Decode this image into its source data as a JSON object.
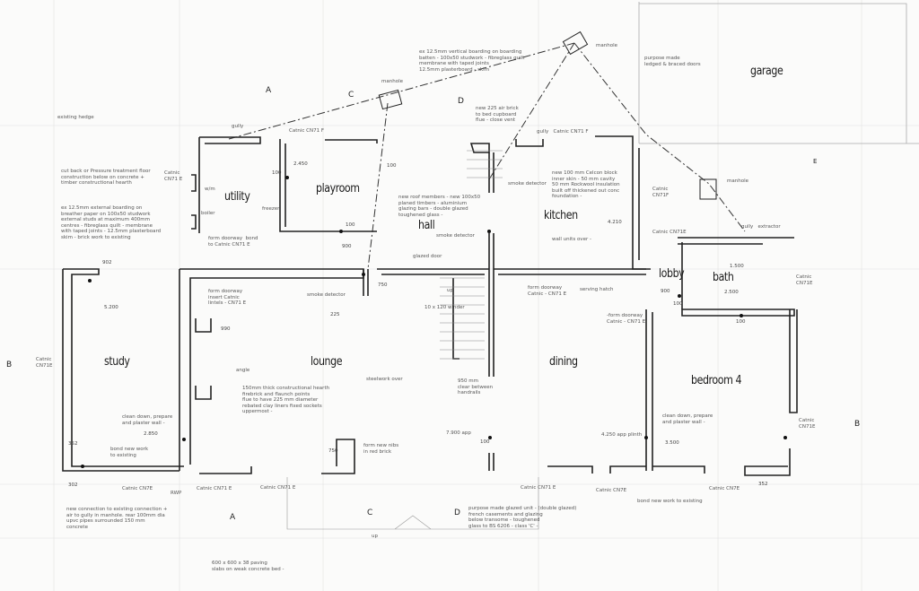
{
  "rooms": {
    "utility": "utility",
    "playroom": "playroom",
    "hall": "hall",
    "kitchen": "kitchen",
    "lobby": "lobby",
    "bath": "bath",
    "study": "study",
    "lounge": "lounge",
    "dining": "dining",
    "bedroom4": "bedroom 4",
    "garage": "garage"
  },
  "section_markers": {
    "a_top": "A",
    "c_top": "C",
    "d_top": "D",
    "b_left": "B",
    "b_right": "B",
    "e": "E",
    "a_bottom": "A",
    "c_bottom": "C",
    "d_bottom": "D"
  },
  "notes": {
    "roof_spec": "ex 12.5mm vertical boarding on boarding\nbatten - 100x50 studwork - fibreglass quilt\nmembrane with taped joints\n12.5mm plasterboard - skim",
    "manhole_top": "manhole",
    "manhole_mid": "manhole",
    "manhole_right": "manhole",
    "garage_doors": "purpose made\nledged & braced doors",
    "airbrick": "new 225 air brick\nto bed cupboard\nflue - close vent",
    "gully_kitchen": "gully   Catnic CN71 F",
    "gully_top": "gully",
    "catnic_top": "Catnic CN71 F",
    "catnic_utility": "Catnic\nCN71 E",
    "wm": "w/m",
    "boiler": "boiler",
    "freezer": "freezer",
    "utility_doorway": "form doorway  bond\nto Catnic CN71 E",
    "left_note_1": "cut back or Pressure treatment floor\nconstruction below on concrete +\ntimber constructional hearth",
    "left_note_2": "ex 12.5mm external boarding on\nbreather paper on 100x50 studwork\nexternal studs at maximum 400mm\ncentres - fibreglass quilt - membrane\nwith taped joints - 12.5mm plasterboard\nskim - brick work to existing",
    "existing_hedge": "existing hedge",
    "hall_roof": "new roof members - new 100x50\nplaned timbers - aluminium\nglazing bars - double glazed\ntoughened glass -",
    "smoke_hall": "smoke detector",
    "smoke_kitchen": "smoke detector",
    "smoke_lounge": "smoke detector",
    "kitchen_floor": "new 100 mm Celcon block\ninner skin - 50 mm cavity\n50 mm Rockwool insulation\nbuilt off thickened out conc\nfoundation -",
    "wall_units": "wall units over -",
    "glazed_door": "glazed door",
    "lounge_doorway": "form doorway\ninsert Catnic\nlintels - CN71 E",
    "dining_doorway": "form doorway\nCatnic - CN71 E",
    "serving_hatch": "serving hatch",
    "bed_doorway": "-form doorway\nCatnic - CN71 E",
    "gully_bath": "gully   extractor",
    "catnic_bath_right": "Catnic\nCN71E",
    "catnic_study": "Catnic\nCN71E",
    "catnic_kitchen_right": "Catnic\nCN71F",
    "catnic_bath_left": "Catnic CN71E",
    "catnic_bed_right": "Catnic\nCN71E",
    "hearth": "150mm thick constructional hearth\nfirebrick and flaunch points\nflue to have 225 mm diameter\nrebated clay liners fixed sockets\nuppermost -",
    "steelwork": "steelwork over",
    "stair_note": "950 mm\nclear between\nhandrails",
    "up_stair": "up",
    "stair_size": "10 x 120 winder",
    "new_nibs": "form new nibs\nin red brick",
    "lounge_dim": "7.900 app",
    "study_plaster": "clean down, prepare\nand plaster wall -",
    "bond_study": "bond new work\nto existing",
    "bed_plaster": "clean down, prepare\nand plaster wall -",
    "plinth": "4.250 app plinth",
    "bond_bed": "bond new work to existing",
    "catnic_b1": "Catnic CN7E",
    "catnic_b2": "Catnic CN71 E",
    "catnic_b3": "Catnic CN71 E",
    "catnic_b4": "Catnic CN71 E",
    "catnic_b5": "Catnic CN7E",
    "catnic_b6": "Catnic CN7E",
    "rwp": "RWP",
    "drain_note": "new connection to existing connection +\nair to gully in manhole. rear 100mm dia\nupvc pipes surrounded 150 mm\nconcrete",
    "glazed_unit": "purpose made glazed unit - (double glazed)\nfrench casements and glazing\nbelow transome - toughened\nglass to BS 6206 - class 'C' -",
    "up_patio": "up",
    "paving": "600 x 600 x 38 paving\nslabs on weak concrete bed -",
    "angle": "angle"
  },
  "dimensions": {
    "d_2450": "2.450",
    "d_100a": "100",
    "d_100b": "100",
    "d_900a": "900",
    "d_100c": "100",
    "d_4210": "4.210",
    "d_750": "750",
    "d_225": "225",
    "d_902": "902",
    "d_1500": "1.500",
    "d_2500": "2.500",
    "d_900b": "900",
    "d_100d": "100",
    "d_100e": "100",
    "d_3500": "3.500",
    "d_352a": "352",
    "d_352b": "352",
    "d_302": "302",
    "d_2850": "2.850",
    "d_5200": "5.200",
    "d_750b": "750",
    "d_100f": "100",
    "d_990": "990"
  }
}
